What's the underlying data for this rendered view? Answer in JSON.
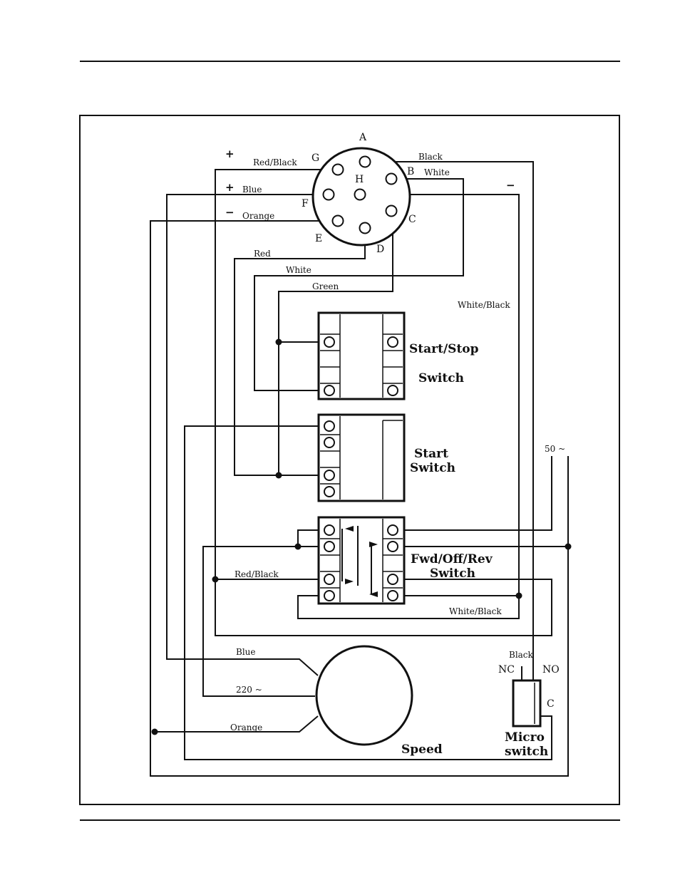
{
  "connector": {
    "pins": {
      "A": "A",
      "B": "B",
      "C": "C",
      "D": "D",
      "E": "E",
      "F": "F",
      "G": "G",
      "H": "H"
    }
  },
  "signs": {
    "plus": "+",
    "minus": "−"
  },
  "wires": {
    "red_black": "Red/Black",
    "black": "Black",
    "white": "White",
    "blue": "Blue",
    "orange": "Orange",
    "red": "Red",
    "green": "Green",
    "white_black": "White/Black",
    "ac_50": "50 ~",
    "ac_220": "220 ~"
  },
  "components": {
    "start_stop_1": "Start/Stop",
    "start_stop_2": "Switch",
    "start_1": "Start",
    "start_2": "Switch",
    "fwd_1": "Fwd/Off/Rev",
    "fwd_2": "Switch",
    "speed": "Speed",
    "micro_1": "Micro",
    "micro_2": "switch",
    "nc": "NC",
    "no": "NO",
    "c": "C"
  }
}
